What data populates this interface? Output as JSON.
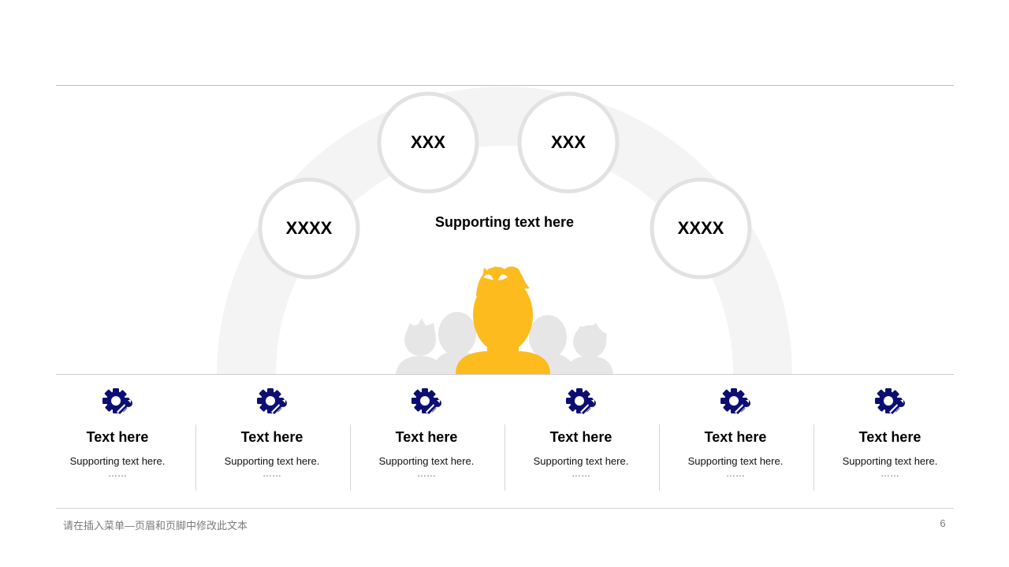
{
  "circles": [
    {
      "label": "XXXX"
    },
    {
      "label": "XXX"
    },
    {
      "label": "XXX"
    },
    {
      "label": "XXXX"
    }
  ],
  "center_text": "Supporting text here",
  "features": [
    {
      "icon": "gear-wrench-icon",
      "title": "Text here",
      "subtitle": "Supporting  text here.",
      "dots": "……"
    },
    {
      "icon": "gear-wrench-icon",
      "title": "Text here",
      "subtitle": "Supporting  text here.",
      "dots": "……"
    },
    {
      "icon": "gear-wrench-icon",
      "title": "Text here",
      "subtitle": "Supporting  text here.",
      "dots": "……"
    },
    {
      "icon": "gear-wrench-icon",
      "title": "Text here",
      "subtitle": "Supporting  text here.",
      "dots": "……"
    },
    {
      "icon": "gear-wrench-icon",
      "title": "Text here",
      "subtitle": "Supporting  text here.",
      "dots": "……"
    },
    {
      "icon": "gear-wrench-icon",
      "title": "Text here",
      "subtitle": "Supporting  text here.",
      "dots": "……"
    }
  ],
  "footer": {
    "text": "请在插入菜单—页眉和页脚中修改此文本",
    "page_number": "6"
  },
  "colors": {
    "accent_yellow": "#FDBB1E",
    "icon_navy": "#0B0F73",
    "arc_gray": "#F4F4F4",
    "ring_gray": "#E2E2E2",
    "person_gray": "#E6E6E6"
  }
}
